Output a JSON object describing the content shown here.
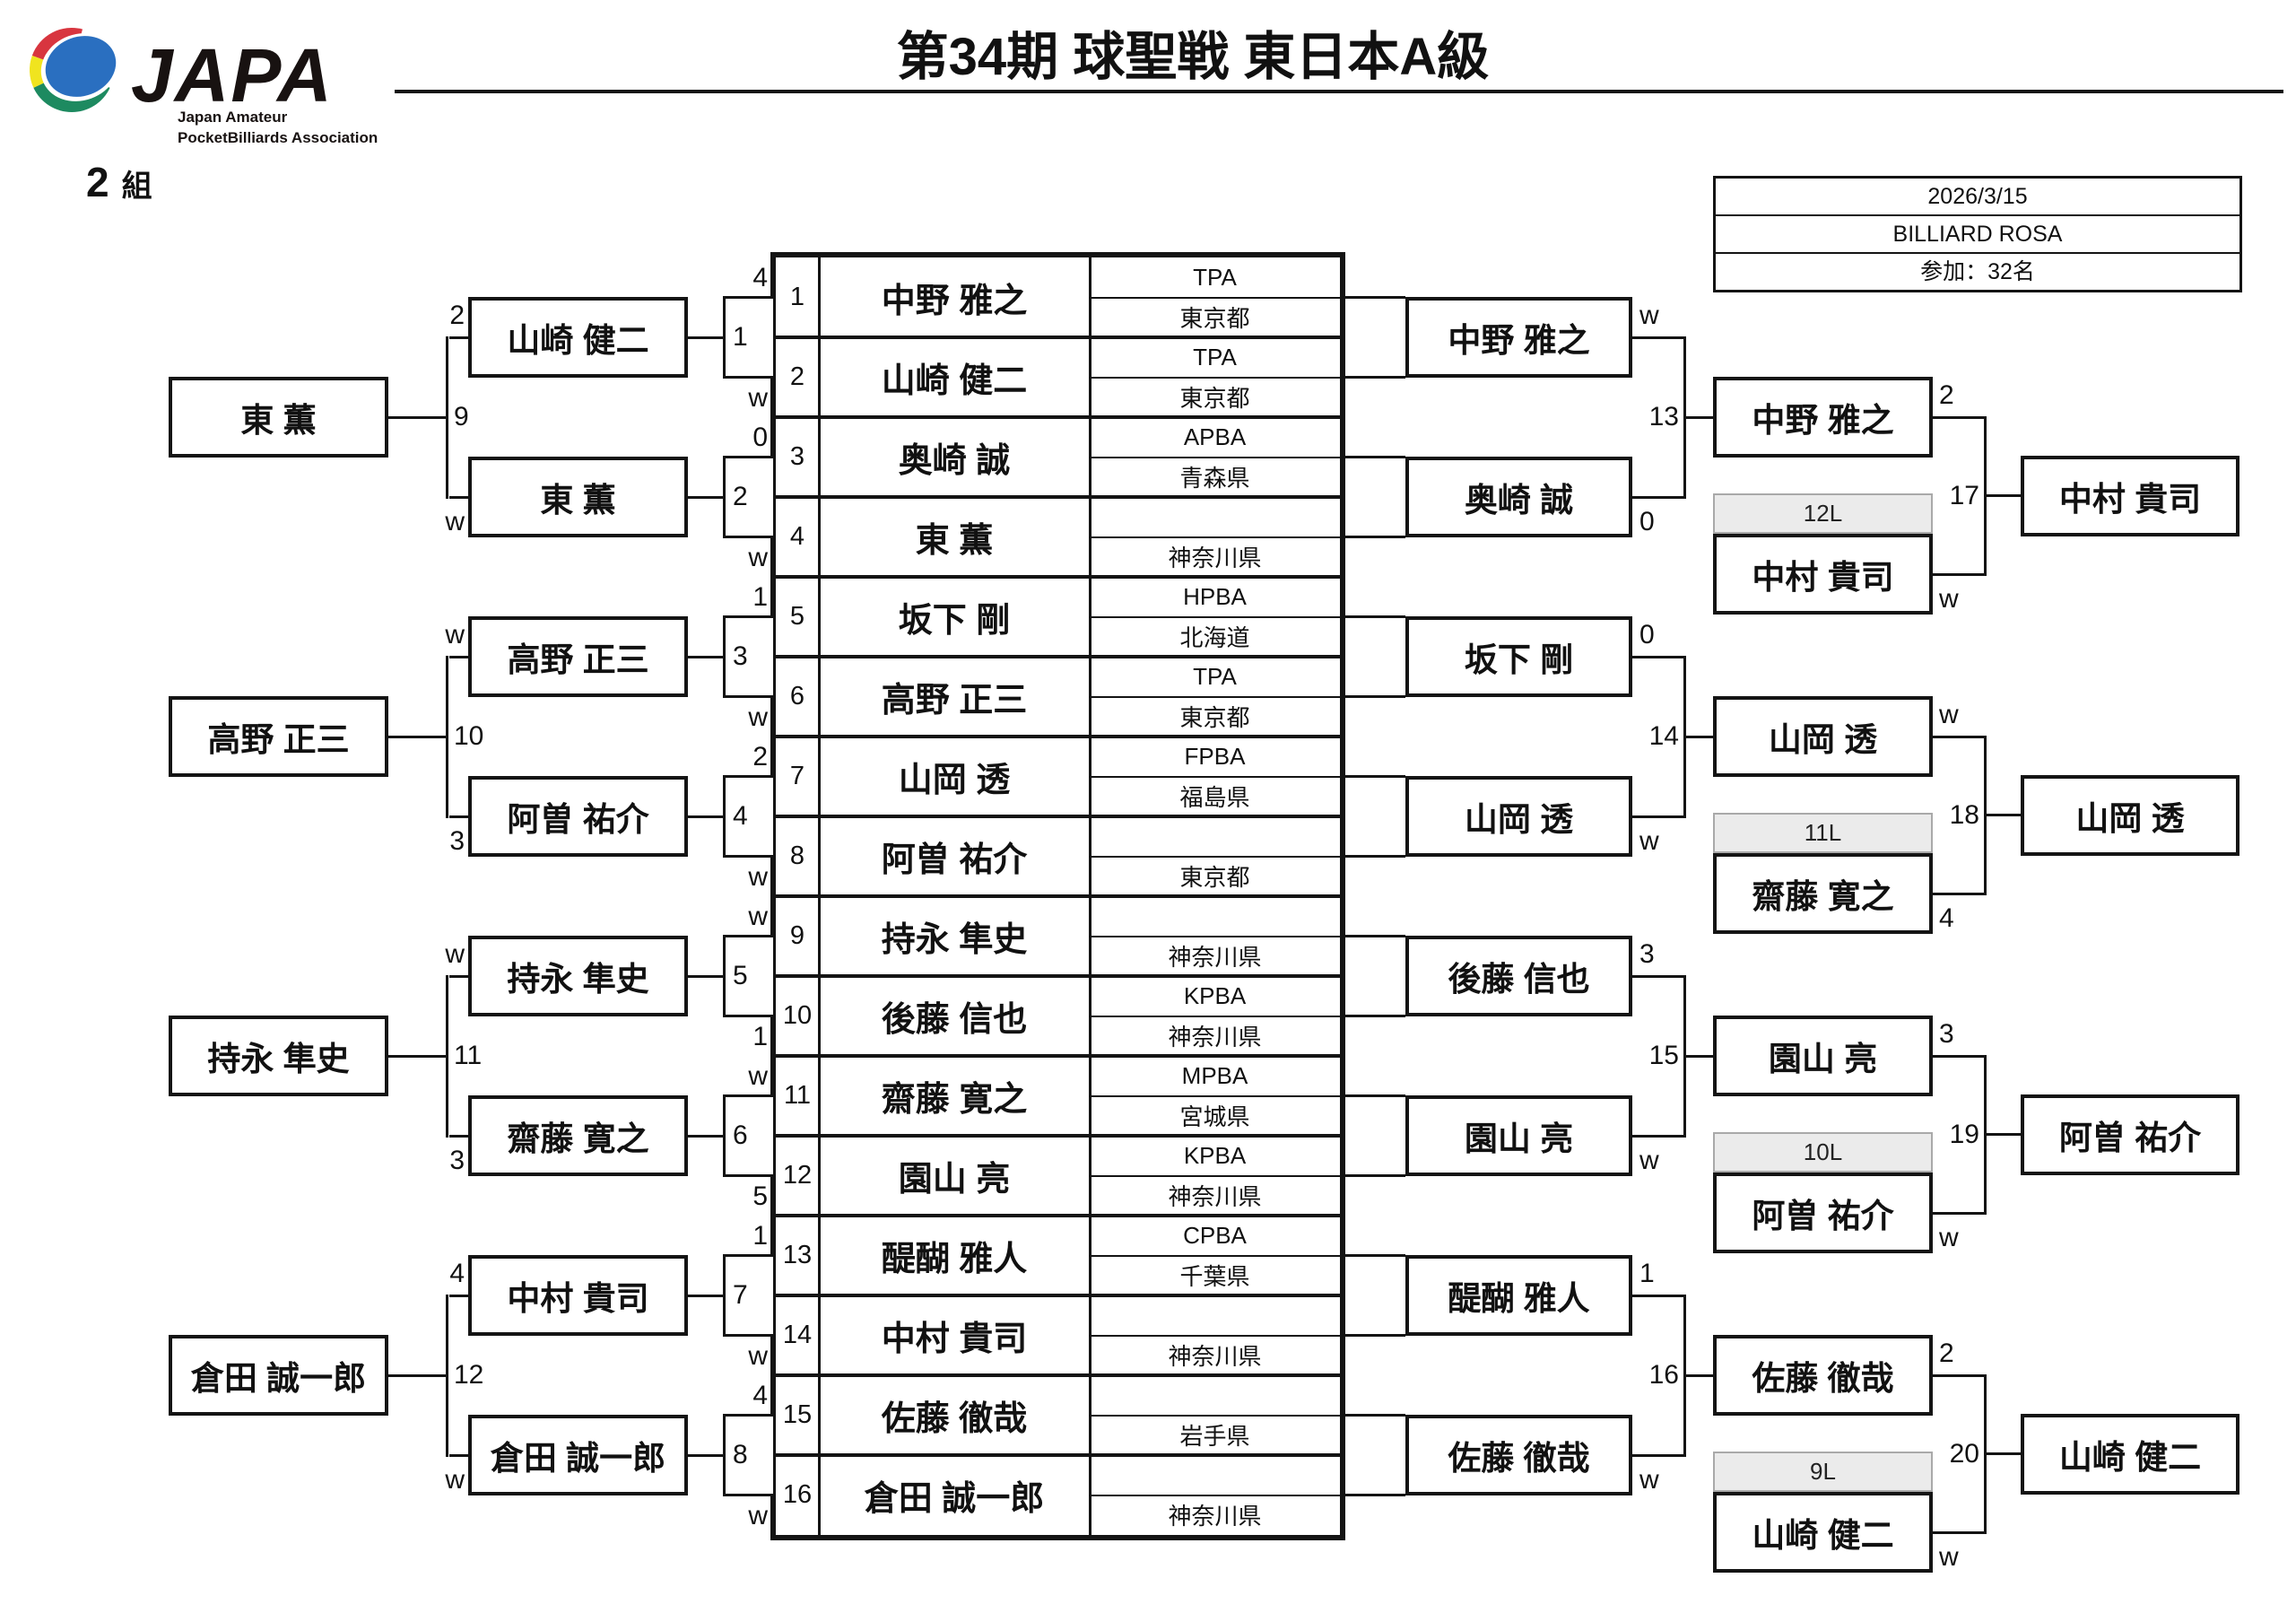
{
  "header": {
    "title": "第34期 球聖戦 東日本A級",
    "group": {
      "number": "2",
      "suffix": "組"
    },
    "logo": {
      "text": "JAPA",
      "sub1": "Japan Amateur",
      "sub2": "PocketBilliards Association",
      "colors": {
        "red": "#d8353f",
        "blue": "#2a6fc0",
        "yellow": "#f0e41f",
        "green": "#1d8a60"
      }
    },
    "info": {
      "date": "2026/3/15",
      "venue": "BILLIARD ROSA",
      "participants": "参加：32名"
    }
  },
  "players": [
    {
      "seed": "1",
      "name": "中野 雅之",
      "assoc": "TPA",
      "pref": "東京都"
    },
    {
      "seed": "2",
      "name": "山崎 健二",
      "assoc": "TPA",
      "pref": "東京都"
    },
    {
      "seed": "3",
      "name": "奥崎 誠",
      "assoc": "APBA",
      "pref": "青森県"
    },
    {
      "seed": "4",
      "name": "東 薫",
      "assoc": "",
      "pref": "神奈川県"
    },
    {
      "seed": "5",
      "name": "坂下 剛",
      "assoc": "HPBA",
      "pref": "北海道"
    },
    {
      "seed": "6",
      "name": "高野 正三",
      "assoc": "TPA",
      "pref": "東京都"
    },
    {
      "seed": "7",
      "name": "山岡 透",
      "assoc": "FPBA",
      "pref": "福島県"
    },
    {
      "seed": "8",
      "name": "阿曽 祐介",
      "assoc": "",
      "pref": "東京都"
    },
    {
      "seed": "9",
      "name": "持永 隼史",
      "assoc": "",
      "pref": "神奈川県"
    },
    {
      "seed": "10",
      "name": "後藤 信也",
      "assoc": "KPBA",
      "pref": "神奈川県"
    },
    {
      "seed": "11",
      "name": "齋藤 寛之",
      "assoc": "MPBA",
      "pref": "宮城県"
    },
    {
      "seed": "12",
      "name": "園山 亮",
      "assoc": "KPBA",
      "pref": "神奈川県"
    },
    {
      "seed": "13",
      "name": "醍醐 雅人",
      "assoc": "CPBA",
      "pref": "千葉県"
    },
    {
      "seed": "14",
      "name": "中村 貴司",
      "assoc": "",
      "pref": "神奈川県"
    },
    {
      "seed": "15",
      "name": "佐藤 徹哉",
      "assoc": "",
      "pref": "岩手県"
    },
    {
      "seed": "16",
      "name": "倉田 誠一郎",
      "assoc": "",
      "pref": "神奈川県"
    }
  ],
  "first_round": [
    {
      "match": "1",
      "top_score": "4",
      "bottom_score": "w"
    },
    {
      "match": "2",
      "top_score": "0",
      "bottom_score": "w"
    },
    {
      "match": "3",
      "top_score": "1",
      "bottom_score": "w"
    },
    {
      "match": "4",
      "top_score": "2",
      "bottom_score": "w"
    },
    {
      "match": "5",
      "top_score": "w",
      "bottom_score": "1"
    },
    {
      "match": "6",
      "top_score": "w",
      "bottom_score": "5"
    },
    {
      "match": "7",
      "top_score": "1",
      "bottom_score": "w"
    },
    {
      "match": "8",
      "top_score": "4",
      "bottom_score": "w"
    }
  ],
  "left_bracket": [
    {
      "match": "9",
      "top": "山崎 健二",
      "top_score": "2",
      "bottom": "東 薫",
      "bottom_score": "w",
      "winner": "東 薫"
    },
    {
      "match": "10",
      "top": "高野 正三",
      "top_score": "w",
      "bottom": "阿曽 祐介",
      "bottom_score": "3",
      "winner": "高野 正三"
    },
    {
      "match": "11",
      "top": "持永 隼史",
      "top_score": "w",
      "bottom": "齋藤 寛之",
      "bottom_score": "3",
      "winner": "持永 隼史"
    },
    {
      "match": "12",
      "top": "中村 貴司",
      "top_score": "4",
      "bottom": "倉田 誠一郎",
      "bottom_score": "w",
      "winner": "倉田 誠一郎"
    }
  ],
  "right_round": [
    {
      "match": "13",
      "top": "中野 雅之",
      "top_score": "w",
      "bottom": "奥崎 誠",
      "bottom_score": "0"
    },
    {
      "match": "14",
      "top": "坂下 剛",
      "top_score": "0",
      "bottom": "山岡 透",
      "bottom_score": "w"
    },
    {
      "match": "15",
      "top": "後藤 信也",
      "top_score": "3",
      "bottom": "園山 亮",
      "bottom_score": "w"
    },
    {
      "match": "16",
      "top": "醍醐 雅人",
      "top_score": "1",
      "bottom": "佐藤 徹哉",
      "bottom_score": "w"
    }
  ],
  "cross_round": [
    {
      "match": "17",
      "top": "中野 雅之",
      "top_score": "2",
      "loser_tag": "12L",
      "bottom": "中村 貴司",
      "bottom_score": "w",
      "winner": "中村 貴司"
    },
    {
      "match": "18",
      "top": "山岡 透",
      "top_score": "w",
      "loser_tag": "11L",
      "bottom": "齋藤 寛之",
      "bottom_score": "4",
      "winner": "山岡 透"
    },
    {
      "match": "19",
      "top": "園山 亮",
      "top_score": "3",
      "loser_tag": "10L",
      "bottom": "阿曽 祐介",
      "bottom_score": "w",
      "winner": "阿曽 祐介"
    },
    {
      "match": "20",
      "top": "佐藤 徹哉",
      "top_score": "2",
      "loser_tag": "9L",
      "bottom": "山崎 健二",
      "bottom_score": "w",
      "winner": "山崎 健二"
    }
  ]
}
